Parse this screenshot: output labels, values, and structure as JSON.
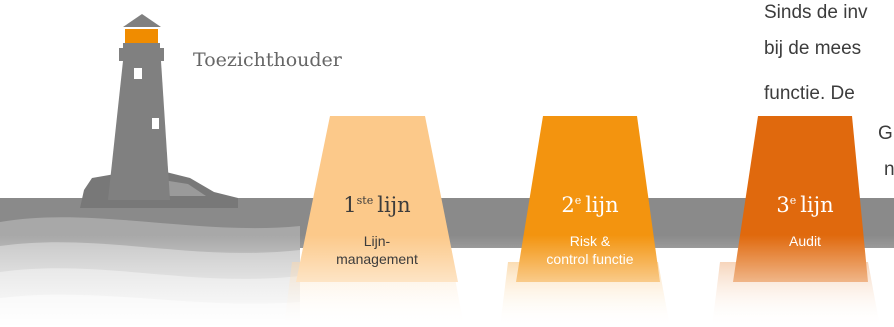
{
  "supervisor": {
    "label": "Toezichthouder"
  },
  "lines": [
    {
      "number": "1",
      "suffix": "ste",
      "word": "lijn",
      "desc_1": "Lijn-",
      "desc_2": "management"
    },
    {
      "number": "2",
      "suffix": "e",
      "word": "lijn",
      "desc_1": "Risk &",
      "desc_2": "control functie"
    },
    {
      "number": "3",
      "suffix": "e",
      "word": "lijn",
      "desc_1": "Audit",
      "desc_2": ""
    }
  ],
  "paragraph": {
    "line_1": "Sinds de inv",
    "line_2": "bij de mees",
    "line_3": "functie. De",
    "line_4": "G",
    "line_5": "n"
  },
  "colors": {
    "lighthouse": "#808080",
    "lamp": "#f08c00",
    "ground": "#8a8a8a",
    "tier_1": "#fcc98a",
    "tier_2": "#f3940f",
    "tier_3": "#e0690d",
    "text": "#3c3c3c"
  }
}
